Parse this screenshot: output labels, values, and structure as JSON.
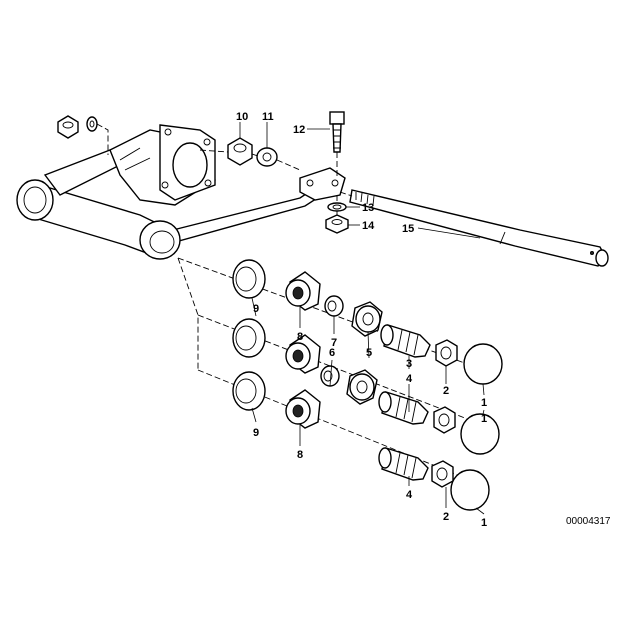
{
  "diagram": {
    "reference_code": "00004317",
    "callouts": [
      {
        "key": "p10",
        "label": "10"
      },
      {
        "key": "p11",
        "label": "11"
      },
      {
        "key": "p12",
        "label": "12"
      },
      {
        "key": "p13",
        "label": "13"
      },
      {
        "key": "p14",
        "label": "14"
      },
      {
        "key": "p15",
        "label": "15"
      },
      {
        "key": "p9a",
        "label": "9"
      },
      {
        "key": "p9b",
        "label": "9"
      },
      {
        "key": "p8a",
        "label": "8"
      },
      {
        "key": "p8b",
        "label": "8"
      },
      {
        "key": "p7",
        "label": "7"
      },
      {
        "key": "p6",
        "label": "6"
      },
      {
        "key": "p5",
        "label": "5"
      },
      {
        "key": "p3",
        "label": "3"
      },
      {
        "key": "p4a",
        "label": "4"
      },
      {
        "key": "p4b",
        "label": "4"
      },
      {
        "key": "p2a",
        "label": "2"
      },
      {
        "key": "p2b",
        "label": "2"
      },
      {
        "key": "p1a",
        "label": "1"
      },
      {
        "key": "p1b",
        "label": "1"
      },
      {
        "key": "p1c",
        "label": "1"
      }
    ]
  }
}
